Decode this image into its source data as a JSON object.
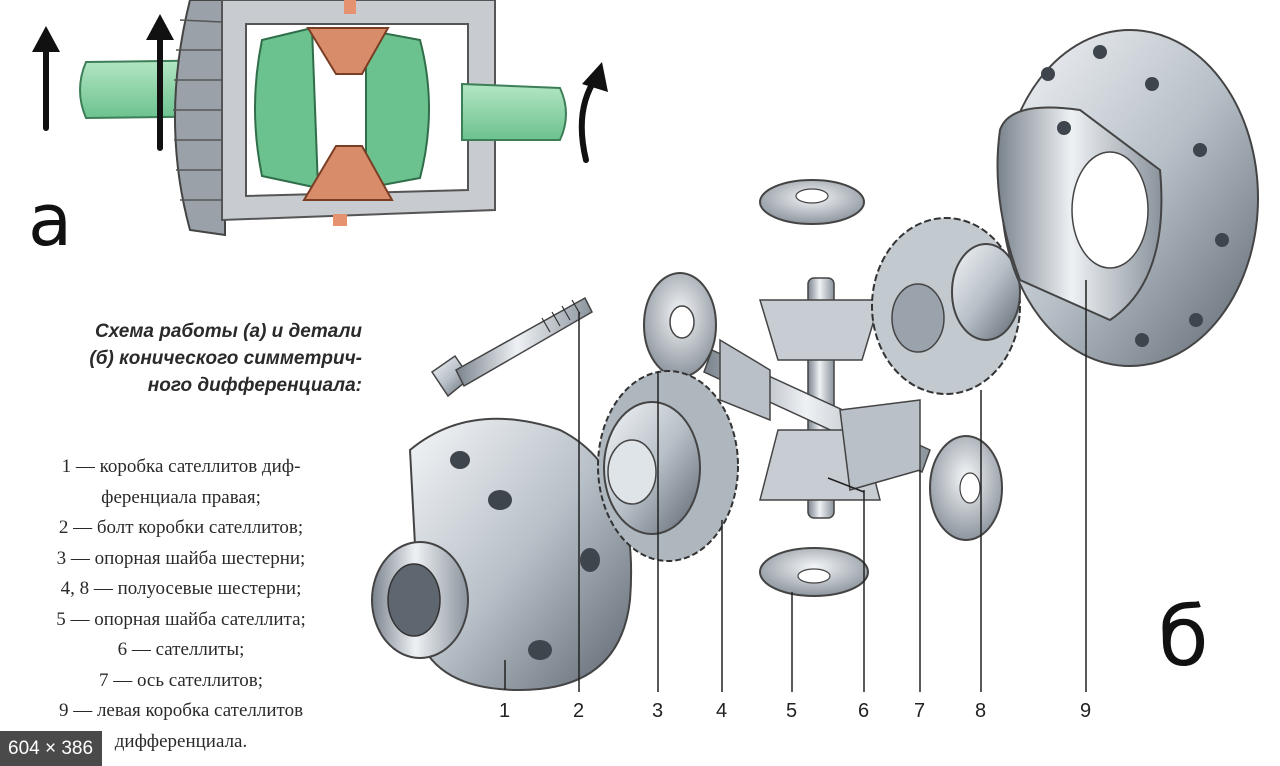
{
  "diagram": {
    "label_a": "а",
    "label_b": "б",
    "caption_lines": [
      "Схема работы (а) и детали",
      "(б) конического симметрич-",
      "ного дифференциала:"
    ],
    "legend_lines": [
      "1 — коробка сателлитов диф-",
      "ференциала правая;",
      "2 — болт коробки сателлитов;",
      "3 — опорная шайба шестерни;",
      "4, 8 — полуосевые шестерни;",
      "5 — опорная шайба сателлита;",
      "6 — сателлиты;",
      "7 — ось сателлитов;",
      "9 — левая коробка сателлитов",
      "дифференциала."
    ],
    "part_numbers": [
      "1",
      "2",
      "3",
      "4",
      "5",
      "6",
      "7",
      "8",
      "9"
    ]
  },
  "image_size_badge": "604 × 386",
  "colors": {
    "shaft_green": "#8fd3a6",
    "gear_green": "#5fbf86",
    "copper": "#d98c6a",
    "metal_light": "#e6eaee",
    "metal_dark": "#6c7580"
  }
}
